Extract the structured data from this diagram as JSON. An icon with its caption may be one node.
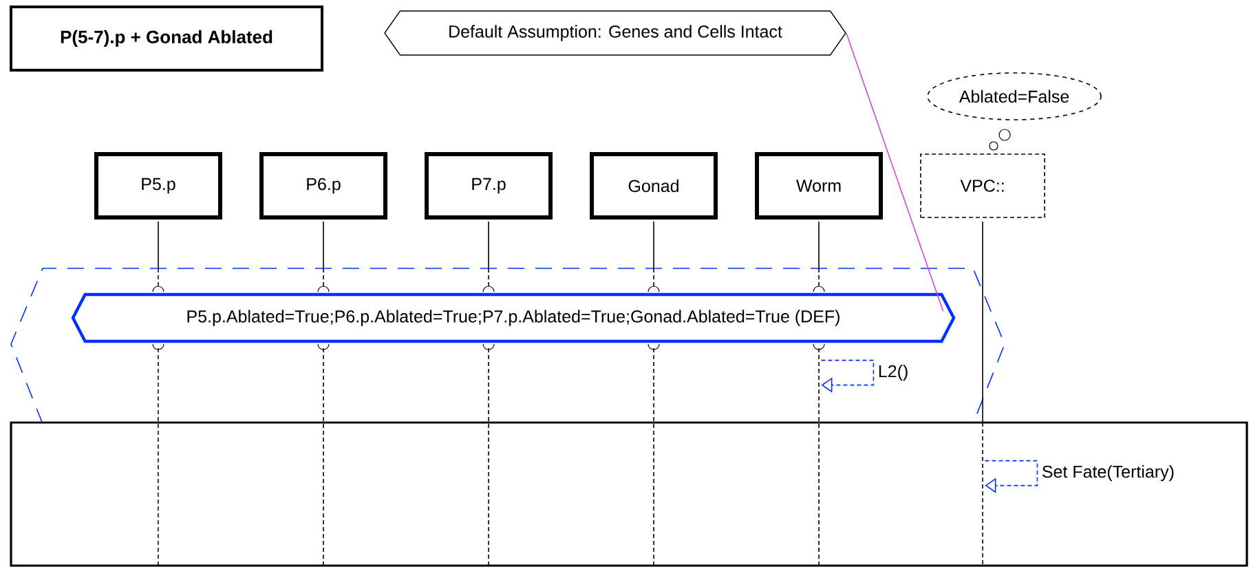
{
  "diagram": {
    "nodes": [
      {
        "text": [
          "P(5-7).p + Gonad Ablated"
        ]
      },
      {
        "text": [
          "Default Assumption: Genes and Cells Intact"
        ]
      },
      {
        "text": [
          "Ablated=False"
        ]
      },
      {
        "text": [
          "P5.p"
        ]
      },
      {
        "text": [
          "P6.p"
        ]
      },
      {
        "text": [
          "P7.p"
        ]
      },
      {
        "text": [
          "Gonad"
        ]
      },
      {
        "text": [
          "Worm"
        ]
      },
      {
        "text": [
          "VPC::"
        ]
      },
      {
        "text": [
          "P5.p.Ablated=True;P6.p.Ablated=True;P7.p.Ablated=True;Gonad.Ablated=True (DEF)"
        ]
      },
      {
        "text": [],
        "shape": "bar"
      },
      {
        "text": [],
        "shape": "bar"
      },
      {
        "text": [],
        "shape": "bar"
      },
      {
        "text": [],
        "shape": "bar"
      },
      {
        "text": [],
        "shape": "bar"
      },
      {
        "text": [],
        "shape": "bar"
      }
    ],
    "edges": [
      {
        "from": 1,
        "to": 9,
        "arrow": "none",
        "color": "#e040e0"
      },
      {
        "from": 14,
        "to": 14,
        "arrow": "to",
        "label": "L2()",
        "style": "dashed"
      },
      {
        "from": 15,
        "to": 15,
        "arrow": "to",
        "label": "Set Fate(Tertiary)",
        "style": "dashed"
      }
    ]
  }
}
